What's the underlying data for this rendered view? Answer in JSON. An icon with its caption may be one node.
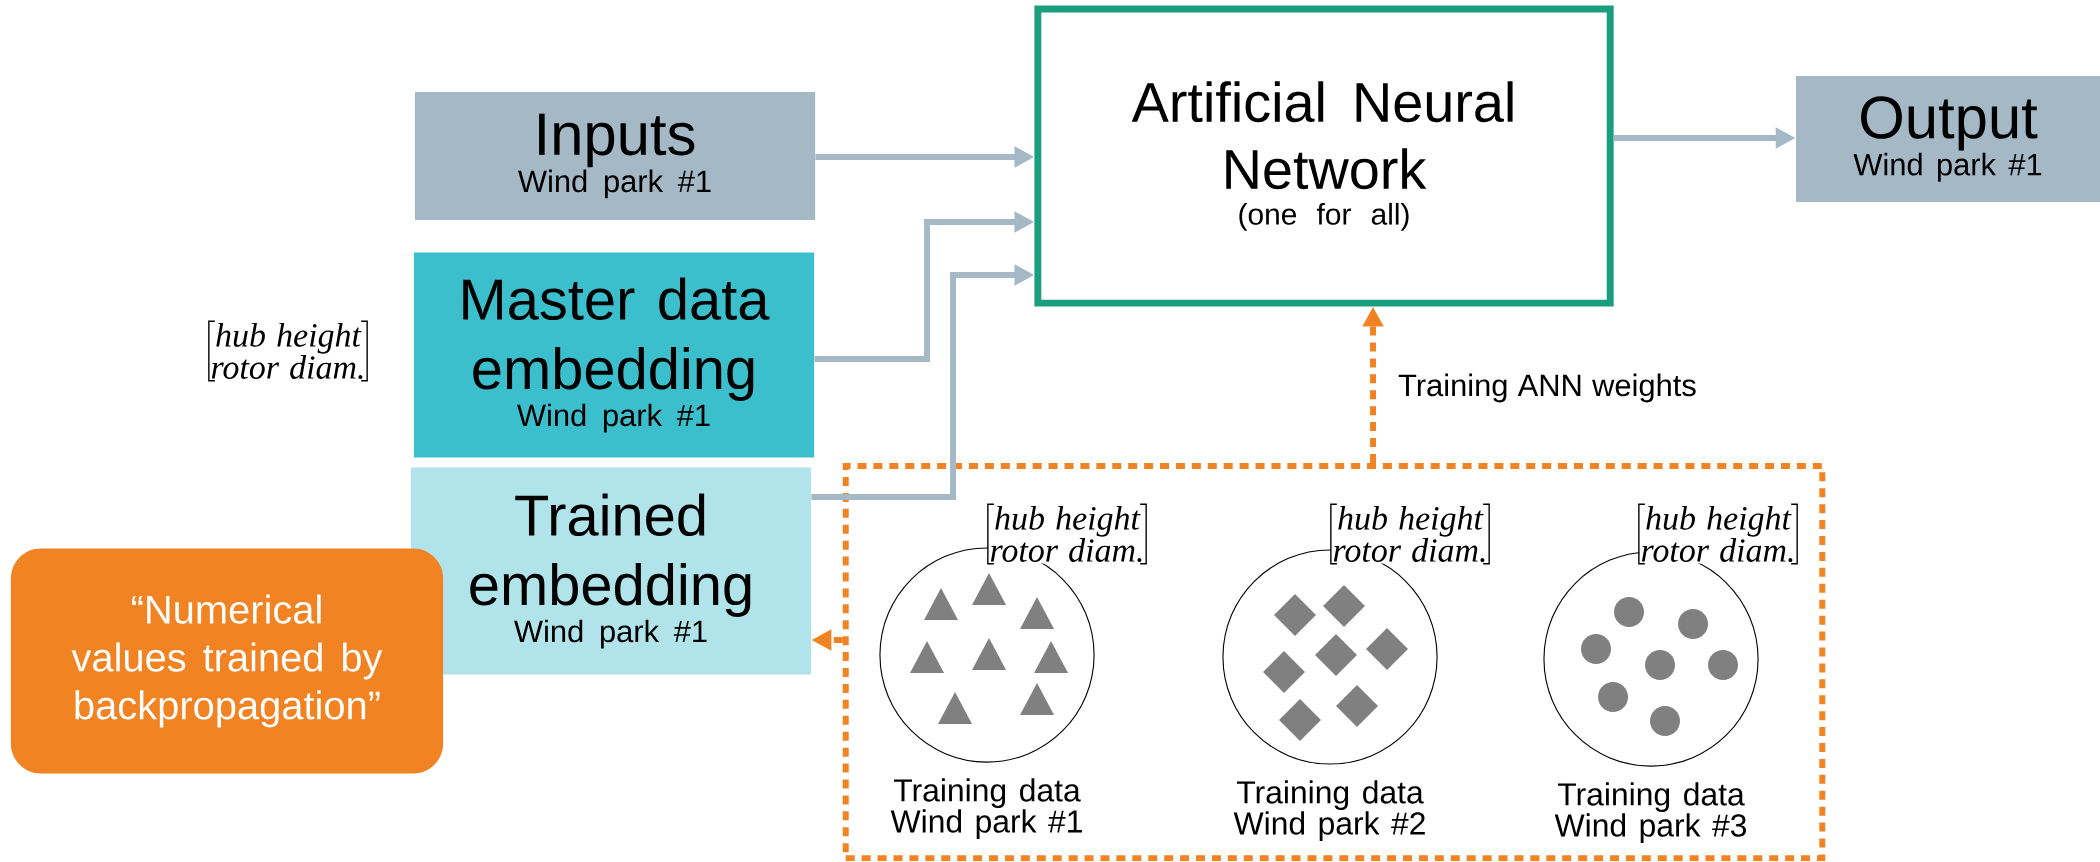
{
  "diagram": {
    "nodes": [
      {
        "text": [
          "Inputs",
          "Wind park #1"
        ]
      },
      {
        "text": [
          "Master data embedding",
          "Wind park #1"
        ]
      },
      {
        "text": [
          "Trained embedding",
          "Wind park #1"
        ]
      },
      {
        "text": [
          "Artificial Neural Network",
          "(one for all)"
        ]
      },
      {
        "text": [
          "Output",
          "Wind park #1"
        ]
      },
      {
        "text": [],
        "shape": "box"
      },
      {
        "text": [],
        "shape": "circle",
        "beside": [
          "Training data Wind park #1"
        ],
        "in": 5
      },
      {
        "text": [],
        "shape": "circle",
        "beside": [
          "Training data Wind park #2"
        ],
        "in": 5
      },
      {
        "text": [],
        "shape": "circle",
        "beside": [
          "Training data Wind park #3"
        ],
        "in": 5
      },
      {
        "text": [
          "“Numerical values trained by backpropagation”"
        ]
      }
    ],
    "edges": [
      {
        "from": 0,
        "to": 3,
        "arrow": "to"
      },
      {
        "from": 1,
        "to": 3,
        "arrow": "to"
      },
      {
        "from": 2,
        "to": 3,
        "arrow": "to"
      },
      {
        "from": 3,
        "to": 4,
        "arrow": "to"
      },
      {
        "from": 5,
        "to": 3,
        "arrow": "to",
        "label": "Training ANN weights",
        "style": "dashed",
        "color": "#f28322"
      },
      {
        "from": 5,
        "to": 2,
        "arrow": "to",
        "style": "dashed",
        "color": "#f28322"
      }
    ],
    "labels": [
      "hub height",
      "rotor diam.",
      "hub height",
      "rotor diam.",
      "hub height",
      "rotor diam.",
      "hub height",
      "rotor diam."
    ]
  }
}
